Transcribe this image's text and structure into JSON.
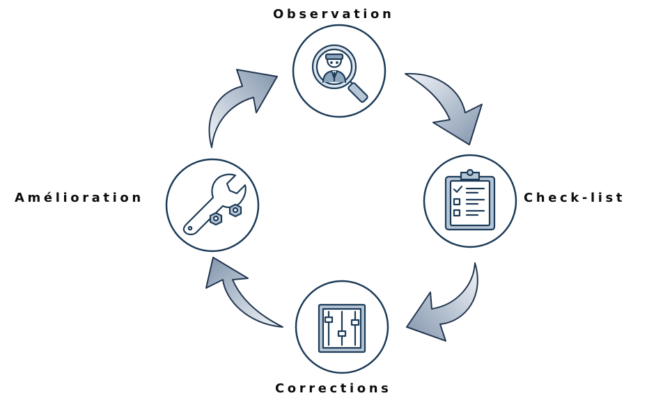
{
  "steps": {
    "observation": {
      "label": "Observation",
      "icon": "magnifier-inspector-icon"
    },
    "checklist": {
      "label": "Check-list",
      "icon": "clipboard-checklist-icon"
    },
    "corrections": {
      "label": "Corrections",
      "icon": "sliders-adjust-icon"
    },
    "amelioration": {
      "label": "Amélioration",
      "icon": "wrench-nuts-icon"
    }
  },
  "colors": {
    "navy": "#1b3a57",
    "arrow_light": "#e4ebf3",
    "arrow_dark": "#8295ad",
    "arrow_outline": "#22364f",
    "background": "#ffffff"
  }
}
